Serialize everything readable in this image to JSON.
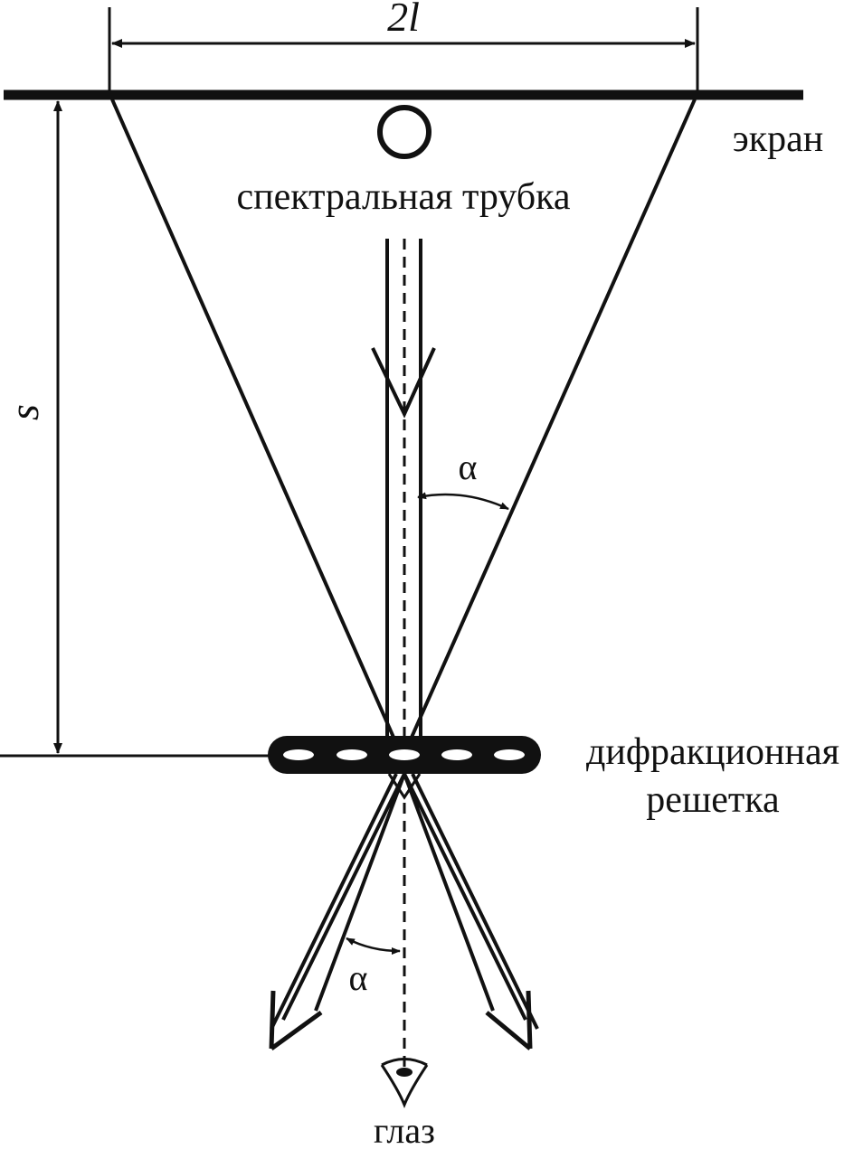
{
  "labels": {
    "width": "2l",
    "distance": "s",
    "screen": "экран",
    "tube": "спектральная трубка",
    "grating_line1": "дифракционная",
    "grating_line2": "решетка",
    "angle_top": "α",
    "angle_bottom": "α",
    "eye": "глаз"
  },
  "colors": {
    "ink": "#111111",
    "background": "#ffffff"
  }
}
